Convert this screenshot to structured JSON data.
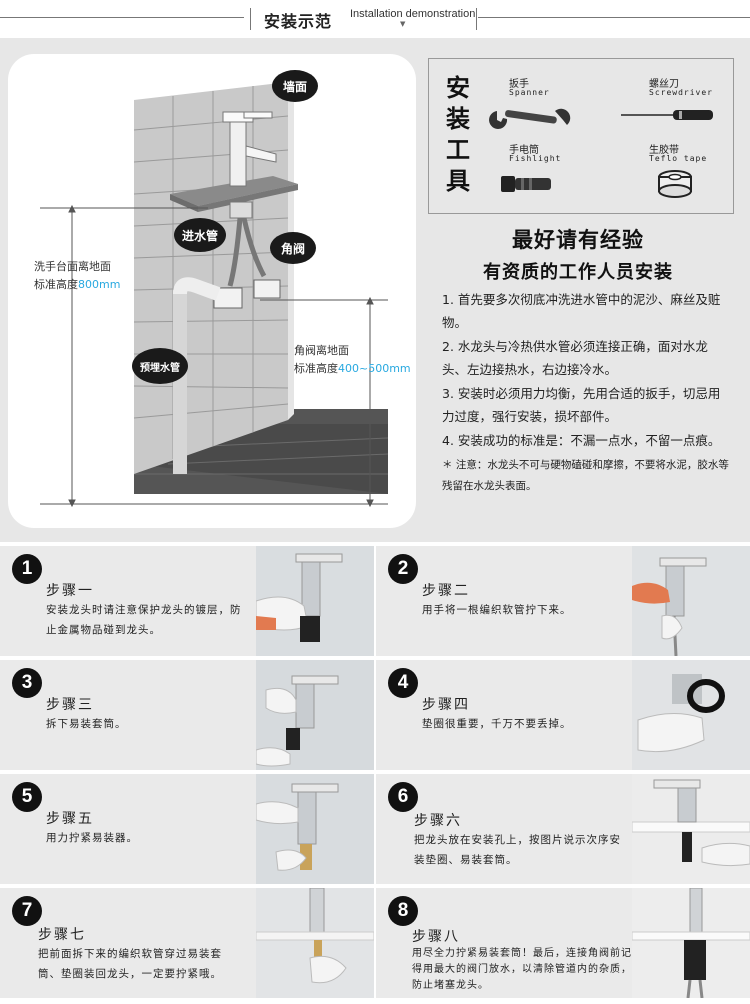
{
  "header": {
    "title_zh": "安装示范",
    "title_en": "Installation demonstration"
  },
  "diagram": {
    "callouts": {
      "wall": "墙面",
      "inlet": "进水管",
      "angle_valve": "角阀",
      "embedded_pipe": "预埋水管"
    },
    "basin_height": {
      "label": "洗手台面离地面",
      "prefix": "标准高度",
      "value": "800mm"
    },
    "valve_height": {
      "label": "角阀离地面",
      "prefix": "标准高度",
      "value": "400~500mm"
    }
  },
  "tools": {
    "title": "安装工具",
    "items": [
      {
        "zh": "扳手",
        "en": "Spanner",
        "icon": "spanner-icon"
      },
      {
        "zh": "螺丝刀",
        "en": "Screwdriver",
        "icon": "screwdriver-icon"
      },
      {
        "zh": "手电筒",
        "en": "Fishlight",
        "icon": "flashlight-icon"
      },
      {
        "zh": "生胶带",
        "en": "Teflo tape",
        "icon": "teflon-tape-icon"
      }
    ]
  },
  "advice": {
    "line1": "最好请有经验",
    "line2": "有资质的工作人员安装"
  },
  "rules": [
    "1. 首先要多次彻底冲洗进水管中的泥沙、麻丝及赃物。",
    "2. 水龙头与冷热供水管必须连接正确，面对水龙头、左边接热水，右边接冷水。",
    "3. 安装时必须用力均衡，先用合适的扳手，切忌用力过度，强行安装，损坏部件。",
    "4. 安装成功的标准是：不漏一点水，不留一点痕。"
  ],
  "note": "＊ 注意：水龙头不可与硬物磕碰和摩擦，不要将水泥，胶水等残留在水龙头表面。",
  "steps": [
    {
      "num": "1",
      "title": "步骤一",
      "desc": "安装龙头时请注意保护龙头的镀层，防止金属物品碰到龙头。"
    },
    {
      "num": "2",
      "title": "步骤二",
      "desc": "用手将一根编织软管拧下来。"
    },
    {
      "num": "3",
      "title": "步骤三",
      "desc": "拆下易装套筒。"
    },
    {
      "num": "4",
      "title": "步骤四",
      "desc": "垫圈很重要，千万不要丢掉。"
    },
    {
      "num": "5",
      "title": "步骤五",
      "desc": "用力拧紧易装器。"
    },
    {
      "num": "6",
      "title": "步骤六",
      "desc": "把龙头放在安装孔上，按图片说示次序安装垫圈、易装套筒。"
    },
    {
      "num": "7",
      "title": "步骤七",
      "desc": "把前面拆下来的编织软管穿过易装套筒、垫圈装回龙头，一定要拧紧哦。"
    },
    {
      "num": "8",
      "title": "步骤八",
      "desc": "用尽全力拧紧易装套筒！最后，连接角阀前记得用最大的阀门放水，以清除管道内的杂质，防止堵塞龙头。"
    }
  ],
  "colors": {
    "accent": "#29a9e0",
    "panel": "#e7e7e7",
    "callout": "#1a1a1a"
  }
}
